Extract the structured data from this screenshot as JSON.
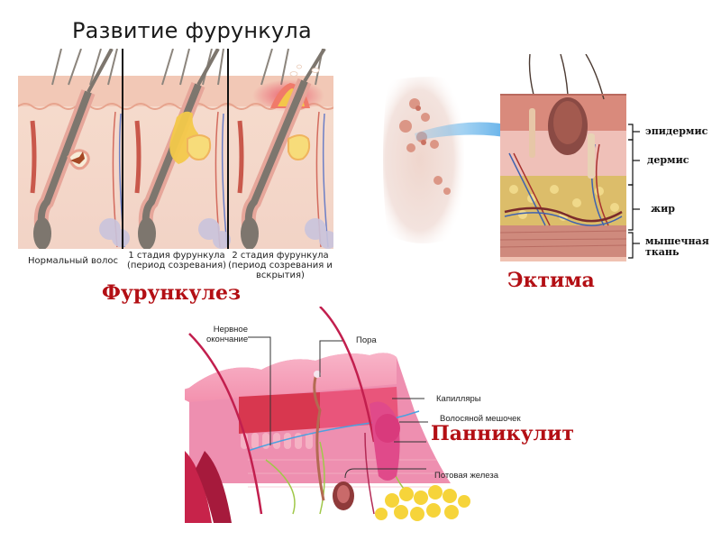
{
  "furunculosis": {
    "heading": "Развитие фурункула",
    "captions": [
      "Нормальный волос",
      "1 стадия фурункула (период созревания)",
      "2 стадия фурункула (период созревания и вскрытия)"
    ],
    "caption_lines": [
      [
        "Нормальный волос"
      ],
      [
        "1 стадия фурункула",
        "(период созревания)"
      ],
      [
        "2 стадия фурункула",
        "(период созревания и",
        "вскрытия)"
      ]
    ],
    "title": "Фурункулез"
  },
  "ecthyma": {
    "layer_labels": [
      "эпидермис",
      "дермис",
      "жир",
      "мышечная ткань"
    ],
    "layer_label_lines": [
      [
        "эпидермис"
      ],
      [
        "дермис"
      ],
      [
        "жир"
      ],
      [
        "мышечная",
        "ткань"
      ]
    ],
    "title": "Эктима"
  },
  "panniculitis": {
    "labels": {
      "nerve_ending": [
        "Нервное",
        "окончание"
      ],
      "pore": "Пора",
      "capillaries": "Капилляры",
      "hair_follicle": "Волосяной мешочек",
      "sweat_gland": "Потовая железа"
    },
    "title": "Панникулит"
  },
  "colors": {
    "title_red": "#b30f14",
    "skin": "#f3cfc0",
    "epidermis": "#efb9a6",
    "hair": "#6f6a63",
    "pus": "#f2c33a",
    "inflammation": "#e54b63",
    "arrow_blue": "#3aa0e6",
    "pink_skin": "#f07aa3",
    "fat_yellow": "#f6d43a"
  }
}
